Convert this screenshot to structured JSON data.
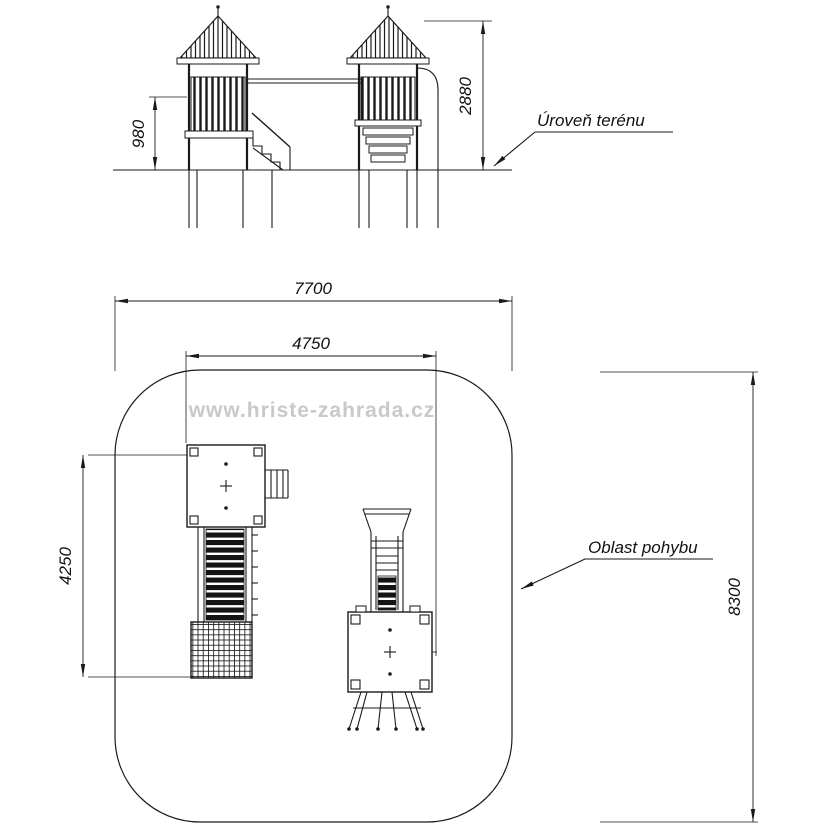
{
  "drawing": {
    "watermark": "www.hriste-zahrada.cz",
    "elevation": {
      "dims": {
        "platform_height": "980",
        "overall_height": "2880"
      },
      "labels": {
        "ground": "Úroveň terénu"
      }
    },
    "plan": {
      "dims": {
        "overall_width": "7700",
        "equipment_width": "4750",
        "equipment_depth": "4250",
        "overall_depth": "8300"
      },
      "labels": {
        "safety_area": "Oblast pohybu"
      }
    }
  }
}
